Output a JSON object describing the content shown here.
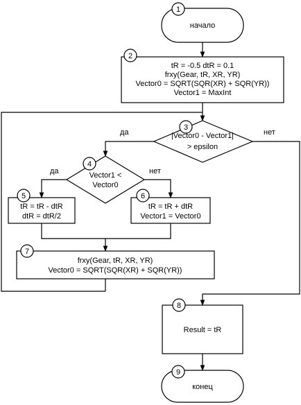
{
  "nodes": [
    {
      "number": "1",
      "lines": [
        "начало"
      ]
    },
    {
      "number": "2",
      "lines": [
        "tR = -0.5   dtR = 0.1",
        "frxy(Gear, tR, XR, YR)",
        "Vector0 = SQRT(SQR(XR) + SQR(YR))",
        "Vector1 = MaxInt"
      ]
    },
    {
      "number": "3",
      "lines": [
        "|Vector0 - Vector1|",
        "> epsilon"
      ]
    },
    {
      "number": "4",
      "lines": [
        "Vector1 <",
        "Vector0"
      ]
    },
    {
      "number": "5",
      "lines": [
        "tR = tR - dtR",
        "dtR = dtR/2"
      ]
    },
    {
      "number": "6",
      "lines": [
        "tR = tR + dtR",
        "Vector1 = Vector0"
      ]
    },
    {
      "number": "7",
      "lines": [
        "frxy(Gear, tR, XR, YR)",
        "Vector0 = SQRT(SQR(XR) + SQR(YR))"
      ]
    },
    {
      "number": "8",
      "lines": [
        "Result = tR"
      ]
    },
    {
      "number": "9",
      "lines": [
        "конец"
      ]
    }
  ],
  "edge_labels": {
    "d3_yes": "да",
    "d3_no": "нет",
    "d4_yes": "да",
    "d4_no": "нет"
  }
}
